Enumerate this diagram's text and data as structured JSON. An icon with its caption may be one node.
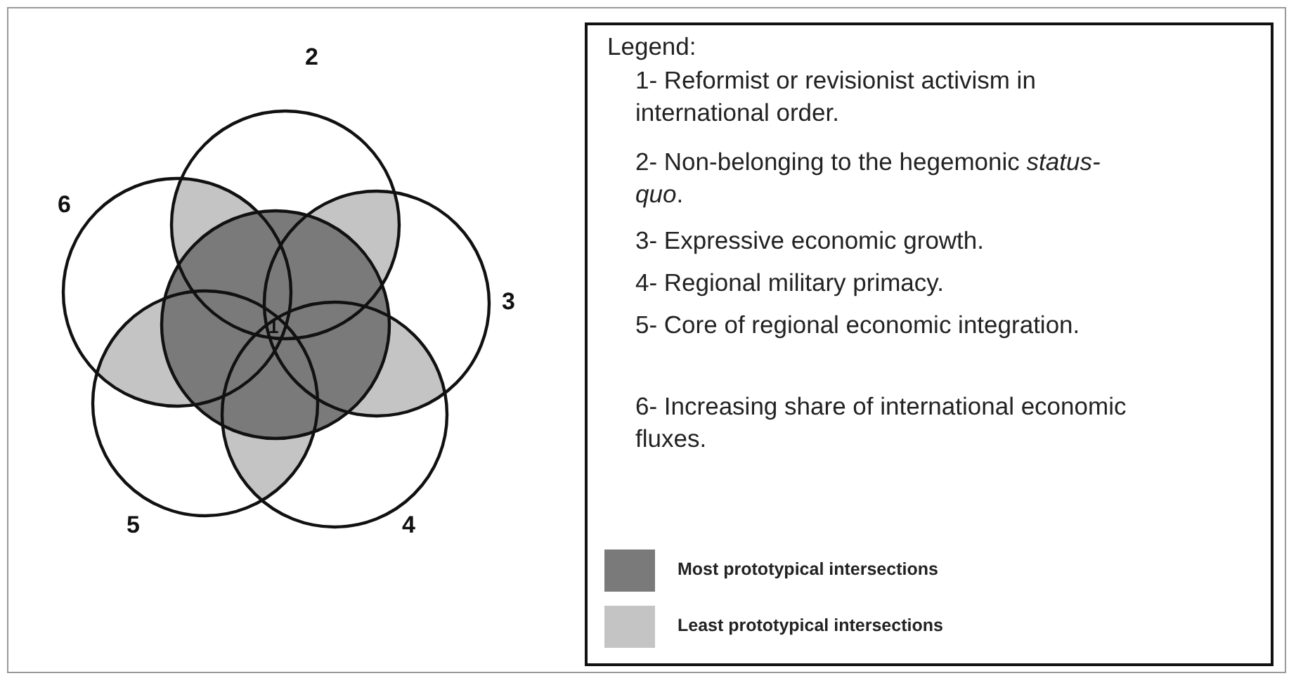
{
  "diagram": {
    "nodes": [
      {
        "text": [
          "1"
        ]
      },
      {
        "text": [
          "2"
        ]
      },
      {
        "text": [
          "3"
        ]
      },
      {
        "text": [
          "4"
        ]
      },
      {
        "text": [
          "5"
        ]
      },
      {
        "text": [
          "6"
        ]
      }
    ],
    "labels": [
      "Legend:",
      "1- Reformist or revisionist activism in international order.",
      "2- Non-belonging to the hegemonic *status-quo*.",
      "3- Expressive economic growth.",
      "4- Regional military primacy.",
      "5- Core of regional economic integration.",
      "6- Increasing share of international economic fluxes."
    ],
    "legend": [
      {
        "text": "Most prototypical intersections",
        "color": "#7a7a7a"
      },
      {
        "text": "Least prototypical intersections",
        "color": "#c4c4c4"
      }
    ]
  }
}
